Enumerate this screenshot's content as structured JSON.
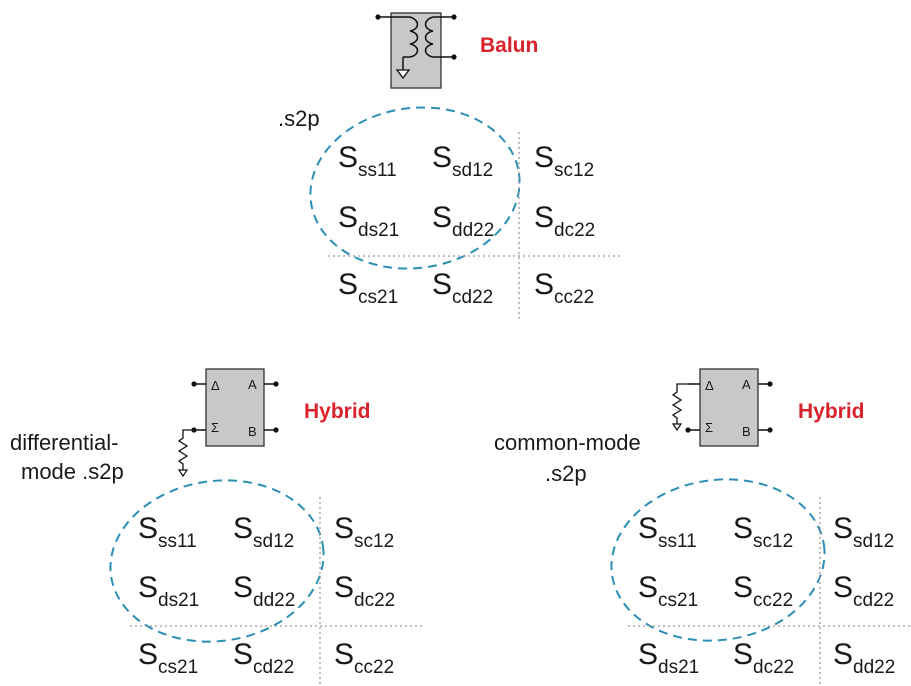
{
  "colors": {
    "title": "#d9222c",
    "ellipse": "#2b8fb5",
    "box_fill": "#c8c8c8",
    "grid": "#999999"
  },
  "balun": {
    "title": "Balun",
    "file_label": ".s2p",
    "matrix": [
      [
        {
          "main": "S",
          "sub": "ss11"
        },
        {
          "main": "S",
          "sub": "sd12"
        },
        {
          "main": "S",
          "sub": "sc12"
        }
      ],
      [
        {
          "main": "S",
          "sub": "ds21"
        },
        {
          "main": "S",
          "sub": "dd22"
        },
        {
          "main": "S",
          "sub": "dc22"
        }
      ],
      [
        {
          "main": "S",
          "sub": "cs21"
        },
        {
          "main": "S",
          "sub": "cd22"
        },
        {
          "main": "S",
          "sub": "cc22"
        }
      ]
    ]
  },
  "hybrid_diff": {
    "title": "Hybrid",
    "port_delta": "Δ",
    "port_sigma": "Σ",
    "port_a": "A",
    "port_b": "B",
    "label_line1": "differential-",
    "label_line2": "mode .s2p",
    "matrix": [
      [
        {
          "main": "S",
          "sub": "ss11"
        },
        {
          "main": "S",
          "sub": "sd12"
        },
        {
          "main": "S",
          "sub": "sc12"
        }
      ],
      [
        {
          "main": "S",
          "sub": "ds21"
        },
        {
          "main": "S",
          "sub": "dd22"
        },
        {
          "main": "S",
          "sub": "dc22"
        }
      ],
      [
        {
          "main": "S",
          "sub": "cs21"
        },
        {
          "main": "S",
          "sub": "cd22"
        },
        {
          "main": "S",
          "sub": "cc22"
        }
      ]
    ]
  },
  "hybrid_common": {
    "title": "Hybrid",
    "port_delta": "Δ",
    "port_sigma": "Σ",
    "port_a": "A",
    "port_b": "B",
    "label_line1": "common-mode",
    "label_line2": ".s2p",
    "matrix": [
      [
        {
          "main": "S",
          "sub": "ss11"
        },
        {
          "main": "S",
          "sub": "sc12"
        },
        {
          "main": "S",
          "sub": "sd12"
        }
      ],
      [
        {
          "main": "S",
          "sub": "cs21"
        },
        {
          "main": "S",
          "sub": "cc22"
        },
        {
          "main": "S",
          "sub": "cd22"
        }
      ],
      [
        {
          "main": "S",
          "sub": "ds21"
        },
        {
          "main": "S",
          "sub": "dc22"
        },
        {
          "main": "S",
          "sub": "dd22"
        }
      ]
    ]
  }
}
